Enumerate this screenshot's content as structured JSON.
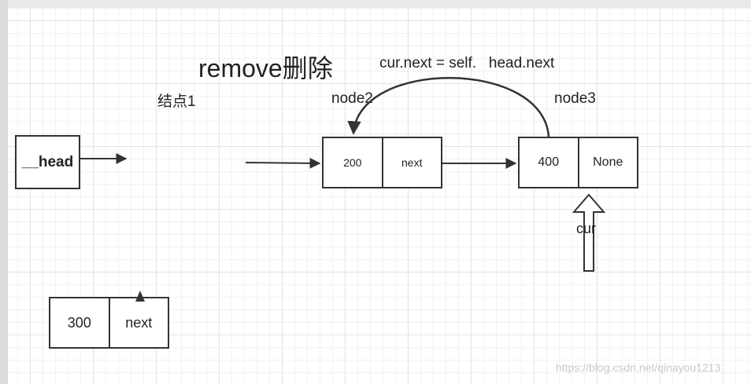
{
  "title": "remove删除",
  "code_note": "cur.next = self.   head.next",
  "labels": {
    "node1": "结点1",
    "node2": "node2",
    "node3": "node3",
    "cur": "cur"
  },
  "head_box": {
    "label": "__head"
  },
  "node2_box": {
    "value": "200",
    "next": "next"
  },
  "node3_box": {
    "value": "400",
    "next": "None"
  },
  "node1_box": {
    "value": "300",
    "next": "next"
  },
  "watermark": "https://blog.csdn.net/qinayou1213",
  "colors": {
    "stroke": "#333333",
    "grid": "#e2e2e2"
  }
}
